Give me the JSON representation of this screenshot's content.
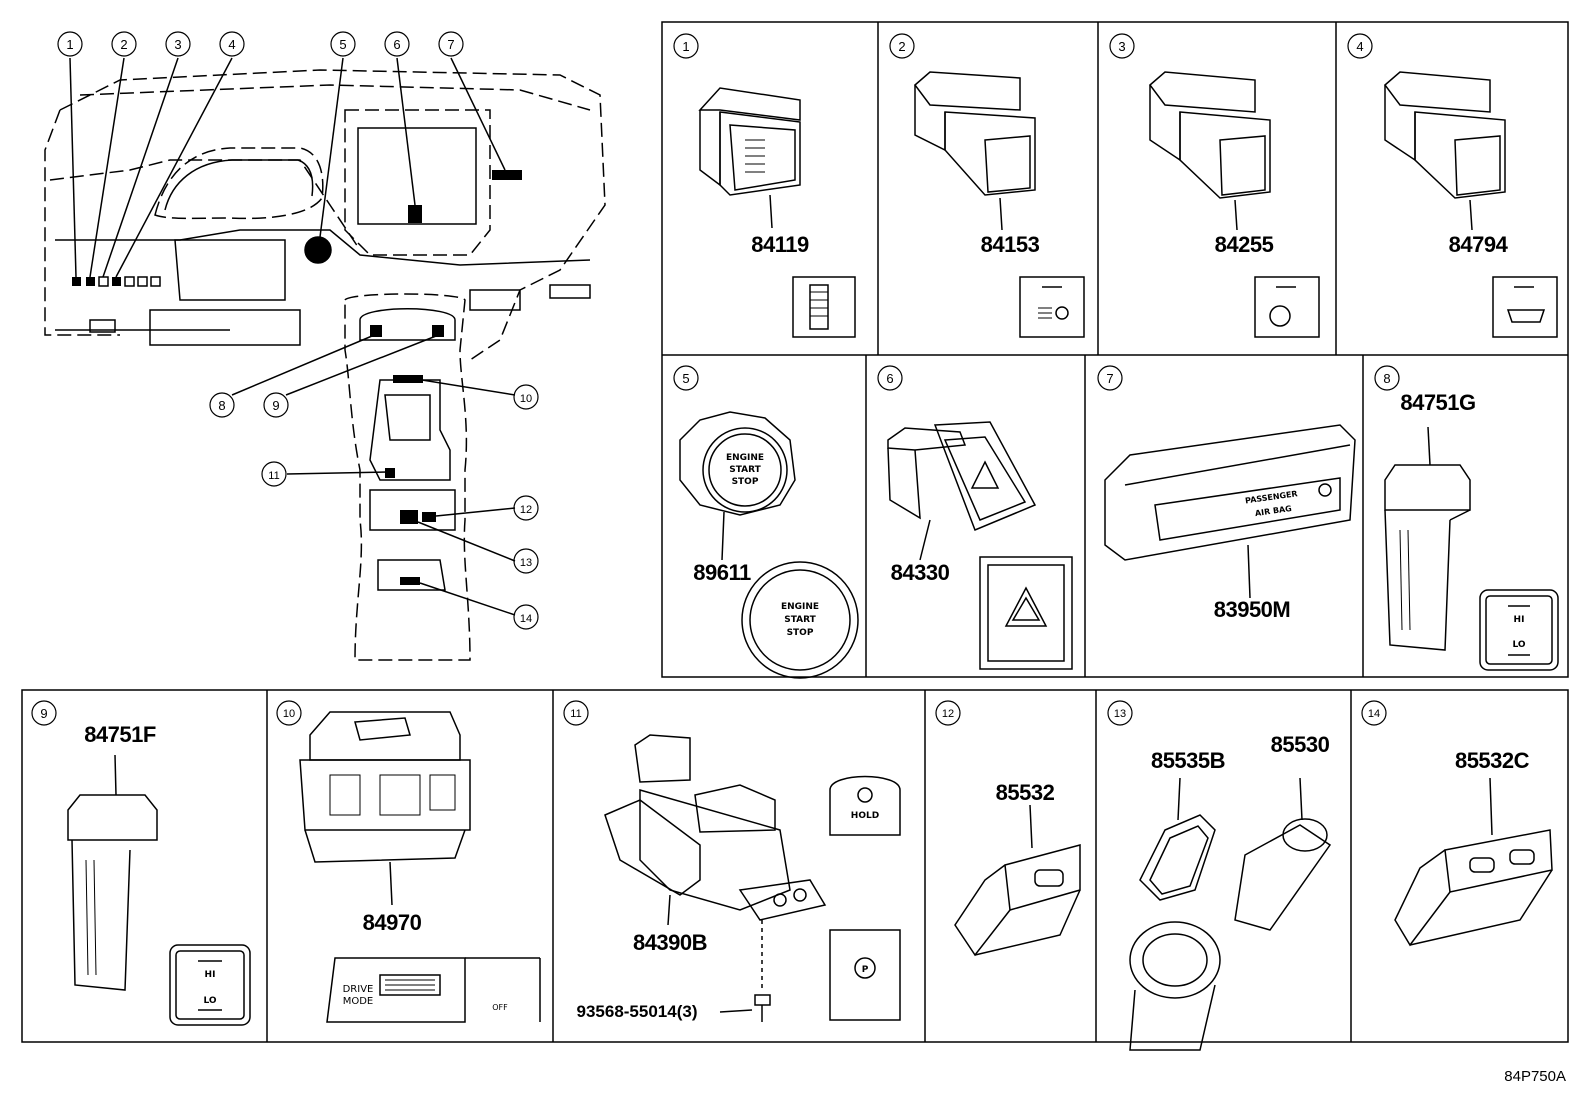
{
  "callouts": [
    "1",
    "2",
    "3",
    "4",
    "5",
    "6",
    "7",
    "8",
    "9",
    "10",
    "11",
    "12",
    "13",
    "14"
  ],
  "parts": {
    "p1": "84119",
    "p2": "84153",
    "p3": "84255",
    "p4": "84794",
    "p5": "89611",
    "p6": "84330",
    "p7": "83950M",
    "p8": "84751G",
    "p9": "84751F",
    "p10": "84970",
    "p11a": "84390B",
    "p11b": "93568-55014(3)",
    "p12": "85532",
    "p13a": "85535B",
    "p13b": "85530",
    "p14": "85532C"
  },
  "labels": {
    "engine": "ENGINE",
    "start": "START",
    "stop": "STOP",
    "passenger": "PASSENGER",
    "airbag": "AIR BAG",
    "hi": "HI",
    "lo": "LO",
    "hold": "HOLD",
    "drive": "DRIVE",
    "mode": "MODE",
    "off": "OFF",
    "p": "P"
  },
  "diagram_code": "84P750A"
}
